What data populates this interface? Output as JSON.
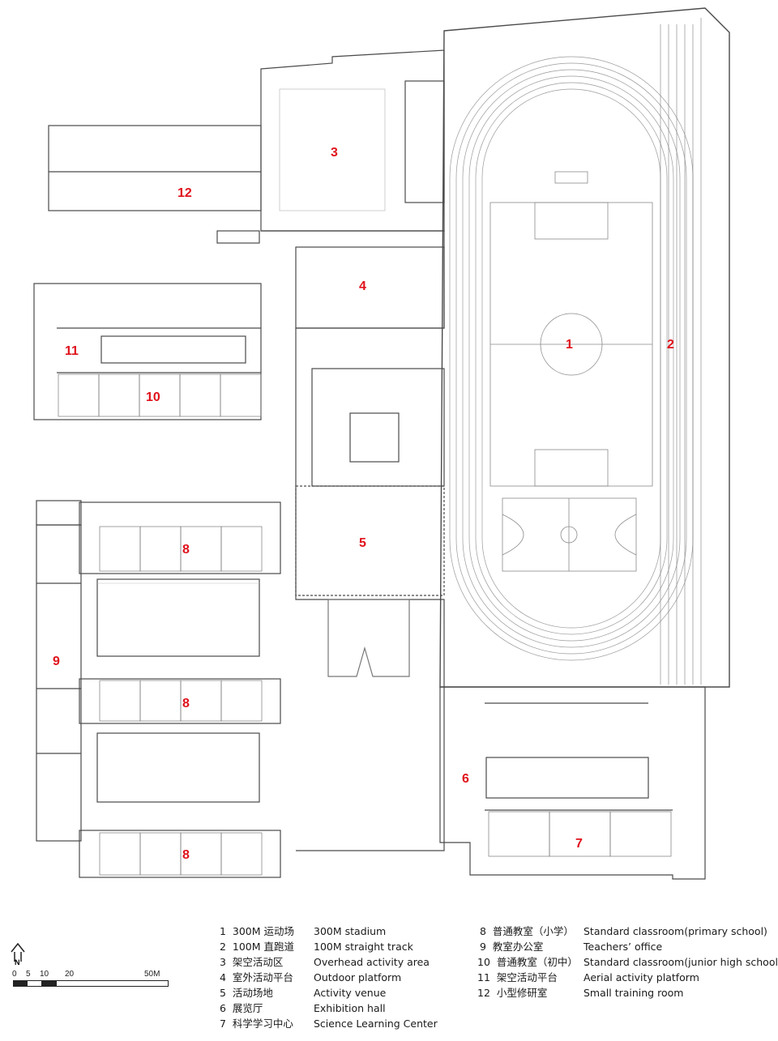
{
  "labels": [
    "1",
    "2",
    "3",
    "4",
    "5",
    "6",
    "7",
    "8",
    "8",
    "8",
    "9",
    "10",
    "11",
    "12"
  ],
  "legend": [
    {
      "n": "1",
      "cn": "300M 运动场",
      "en": "300M stadium"
    },
    {
      "n": "2",
      "cn": "100M 直跑道",
      "en": "100M straight track"
    },
    {
      "n": "3",
      "cn": "架空活动区",
      "en": "Overhead activity area"
    },
    {
      "n": "4",
      "cn": "室外活动平台",
      "en": "Outdoor platform"
    },
    {
      "n": "5",
      "cn": "活动场地",
      "en": "Activity venue"
    },
    {
      "n": "6",
      "cn": "展览厅",
      "en": "Exhibition hall"
    },
    {
      "n": "7",
      "cn": "科学学习中心",
      "en": "Science Learning Center"
    },
    {
      "n": "8",
      "cn": "普通教室（小学）",
      "en": "Standard classroom(primary school)"
    },
    {
      "n": "9",
      "cn": "教室办公室",
      "en": "Teachers’ office"
    },
    {
      "n": "10",
      "cn": "普通教室（初中）",
      "en": "Standard classroom(junior high school)"
    },
    {
      "n": "11",
      "cn": "架空活动平台",
      "en": "Aerial activity platform"
    },
    {
      "n": "12",
      "cn": "小型修研室",
      "en": "Small training room"
    }
  ],
  "scale": {
    "ticks": [
      "0",
      "5",
      "10",
      "20",
      "50M"
    ]
  },
  "north_symbol": "N",
  "colors": {
    "line": "#555555",
    "label": "#e0111b",
    "paper": "#ffffff"
  }
}
